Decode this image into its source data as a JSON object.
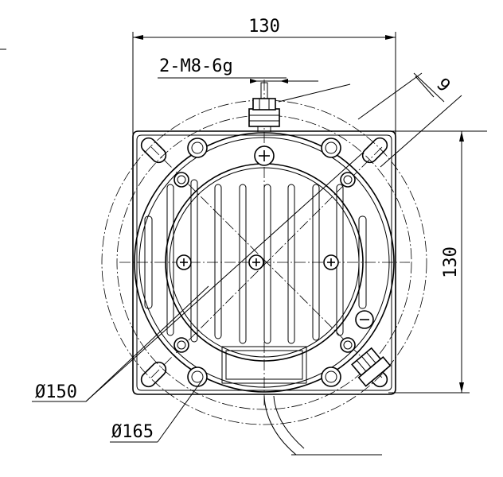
{
  "dimensions": {
    "width_top": "130",
    "height_right": "130",
    "thread": "2-M8-6g",
    "hole": "9",
    "diameter_inner": "Ø150",
    "diameter_outer": "Ø165"
  },
  "colors": {
    "line": "#000000",
    "background": "#ffffff"
  }
}
